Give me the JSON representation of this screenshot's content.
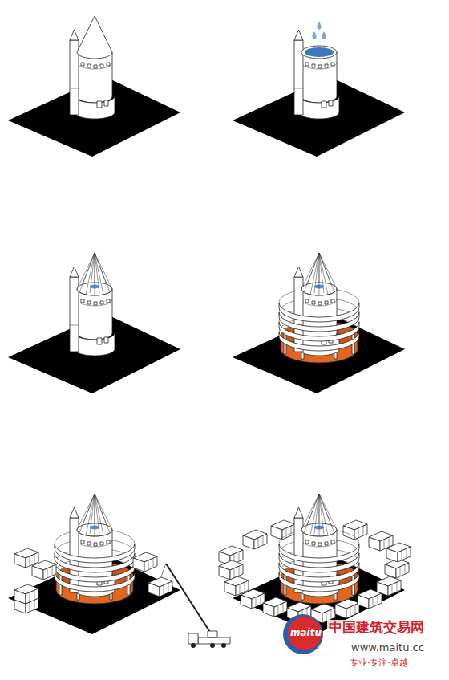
{
  "diagram": {
    "labels": [
      "中国建筑交易网",
      "maitu",
      "www.maitu.cc",
      "专业·专注·卓越"
    ]
  }
}
